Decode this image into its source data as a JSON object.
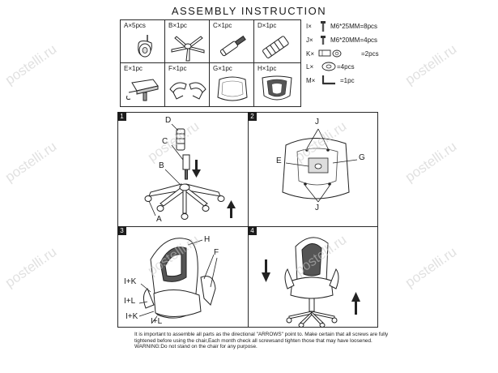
{
  "title": "ASSEMBLY  INSTRUCTION",
  "parts": [
    {
      "label": "A×5pcs"
    },
    {
      "label": "B×1pc"
    },
    {
      "label": "C×1pc"
    },
    {
      "label": "D×1pc"
    },
    {
      "label": "E×1pc"
    },
    {
      "label": "F×1pc"
    },
    {
      "label": "G×1pc"
    },
    {
      "label": "H×1pc"
    }
  ],
  "hardware": [
    {
      "letter": "I×",
      "text": "M6*25MM=8pcs"
    },
    {
      "letter": "J×",
      "text": "M6*20MM=4pcs"
    },
    {
      "letter": "K×",
      "text": "=2pcs"
    },
    {
      "letter": "L×",
      "text": "=4pcs"
    },
    {
      "letter": "M×",
      "text": "=1pc"
    }
  ],
  "steps": [
    {
      "number": "1",
      "labels": [
        "D",
        "C",
        "B",
        "A"
      ]
    },
    {
      "number": "2",
      "labels": [
        "J",
        "E",
        "G",
        "J"
      ]
    },
    {
      "number": "3",
      "labels": [
        "H",
        "F",
        "I+K",
        "I+L",
        "I+K",
        "I+L"
      ]
    },
    {
      "number": "4",
      "labels": []
    }
  ],
  "notes": [
    "It is important to assemble all parts as the directional \"ARROWS\" point to. Make certain that all screws are fully",
    "tightened  before using the chair,Each month check all screwsand tighten those that may have loosened.",
    "WARNING:Do not stand on the chair for any purpose."
  ],
  "watermark": "postelli.ru"
}
